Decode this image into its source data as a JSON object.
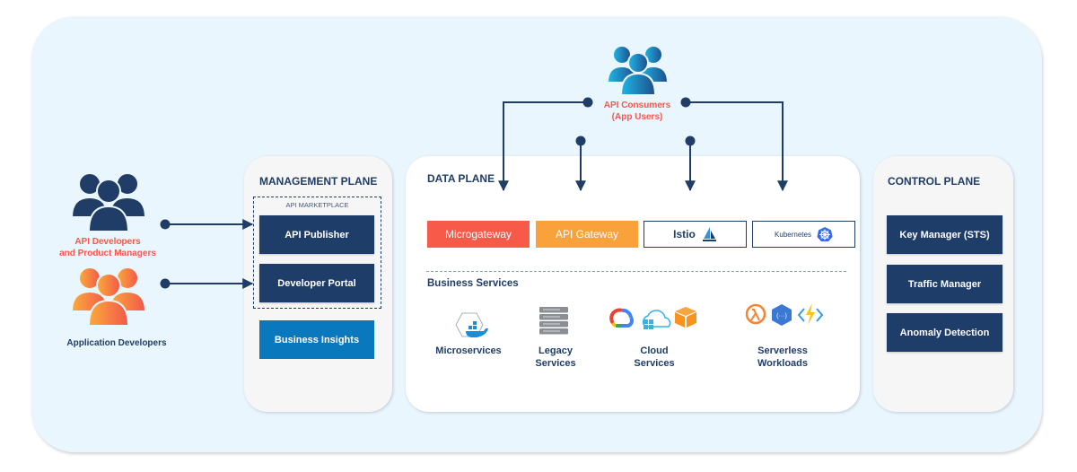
{
  "actors": {
    "api_consumers": {
      "line1": "API Consumers",
      "line2": "(App Users)",
      "color": "#f2594b"
    },
    "api_developers": {
      "line1": "API Developers",
      "line2": "and Product Managers",
      "color": "#f2594b"
    },
    "app_developers": {
      "label": "Application Developers",
      "color": "#1f3d66"
    }
  },
  "management_plane": {
    "title": "MANAGEMENT PLANE",
    "marketplace_label": "API MARKETPLACE",
    "items": [
      "API Publisher",
      "Developer Portal"
    ],
    "insights": "Business Insights"
  },
  "data_plane": {
    "title": "DATA PLANE",
    "gateways": [
      {
        "label": "Microgateway",
        "color": "#f75a48"
      },
      {
        "label": "API Gateway",
        "color": "#f9a23c"
      },
      {
        "label": "Istio",
        "icon": "istio-sail-icon"
      },
      {
        "label": "Kubernetes",
        "icon": "kubernetes-helm-icon"
      }
    ],
    "business_services_title": "Business Services",
    "services": [
      {
        "line1": "Microservices",
        "line2": "",
        "icons": [
          "docker-hexagon-icon"
        ]
      },
      {
        "line1": "Legacy",
        "line2": "Services",
        "icons": [
          "server-rack-icon"
        ]
      },
      {
        "line1": "Cloud",
        "line2": "Services",
        "icons": [
          "google-cloud-icon",
          "azure-cloud-icon",
          "aws-box-icon"
        ]
      },
      {
        "line1": "Serverless",
        "line2": "Workloads",
        "icons": [
          "aws-lambda-icon",
          "gcp-functions-icon",
          "azure-functions-icon"
        ]
      }
    ]
  },
  "control_plane": {
    "title": "CONTROL PLANE",
    "items": [
      "Key Manager (STS)",
      "Traffic Manager",
      "Anomaly Detection"
    ]
  },
  "colors": {
    "navy": "#1f3d69",
    "accent_red": "#f2594b",
    "light_bg": "#eaf6fd"
  }
}
